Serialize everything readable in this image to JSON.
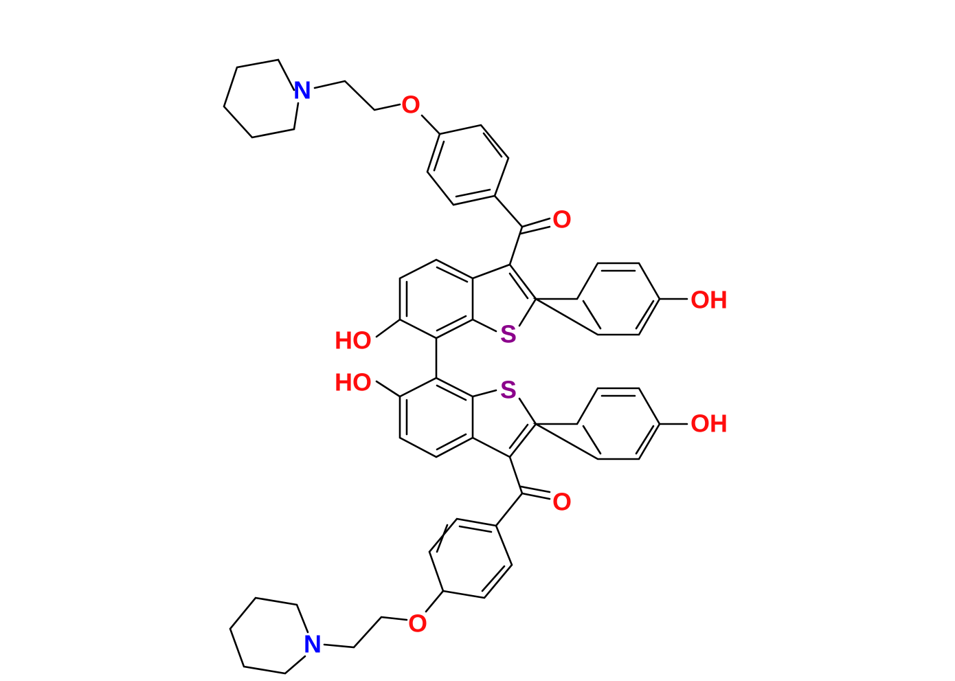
{
  "molecule": {
    "atoms": {
      "n_top": "N",
      "o_ether_top": "O",
      "o_carbonyl_top": "O",
      "oh_phenyl_top": "OH",
      "s_top": "S",
      "ho_top": "HO",
      "ho_bottom": "HO",
      "s_bottom": "S",
      "oh_phenyl_bottom": "OH",
      "o_carbonyl_bottom": "O",
      "o_ether_bottom": "O",
      "n_bottom": "N"
    },
    "colors": {
      "oxygen": "#ff0d0d",
      "nitrogen": "#0000ff",
      "sulfur": "#8b008b",
      "bond": "#000000"
    }
  }
}
